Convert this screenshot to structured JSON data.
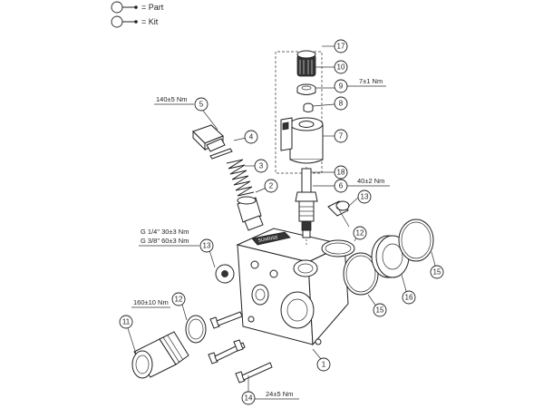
{
  "legend": {
    "part_label": "= Part",
    "kit_label": "= Kit"
  },
  "callouts": {
    "c1": "1",
    "c2": "2",
    "c3": "3",
    "c4": "4",
    "c5": "5",
    "c6": "6",
    "c7": "7",
    "c8": "8",
    "c9": "9",
    "c10": "10",
    "c11": "11",
    "c12a": "12",
    "c12b": "12",
    "c13a": "13",
    "c13b": "13",
    "c14": "14",
    "c15a": "15",
    "c15b": "15",
    "c16": "16",
    "c17": "17",
    "c18": "18"
  },
  "torques": {
    "t5": "140±5 Nm",
    "t9": "7±1 Nm",
    "t6": "40±2 Nm",
    "t13a": "G 1/4\"  30±3 Nm",
    "t13b": "G 3/8\"  60±3 Nm",
    "t11": "160±10 Nm",
    "t14": "24±5 Nm"
  },
  "block_marking": "SUNRISE"
}
